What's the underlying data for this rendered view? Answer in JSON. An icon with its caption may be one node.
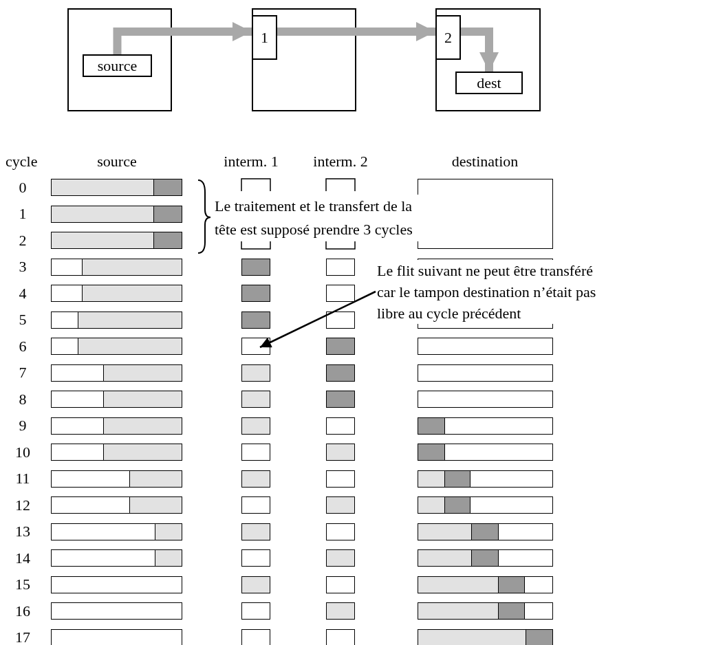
{
  "diagram": {
    "nodes": [
      {
        "text": [],
        "shape": "box"
      },
      {
        "text": [
          "source"
        ],
        "in": 0
      },
      {
        "text": [],
        "shape": "box"
      },
      {
        "text": [
          "1"
        ],
        "in": 2
      },
      {
        "text": [],
        "shape": "box"
      },
      {
        "text": [
          "2"
        ],
        "in": 4
      },
      {
        "text": [
          "dest"
        ],
        "in": 4
      },
      {
        "text": [
          "Le flit suivant ne peut être transféré car le tampon destination n’était pas libre au cycle précédent"
        ]
      }
    ],
    "edges": [
      {
        "from": 1,
        "to": 3,
        "arrow": "to"
      },
      {
        "from": 3,
        "to": 5,
        "arrow": "to"
      },
      {
        "from": 5,
        "to": 6,
        "arrow": "to"
      },
      {
        "from": 7,
        "to": null,
        "arrow": "to",
        "color": "#000000"
      }
    ],
    "labels": [
      "cycle",
      "source",
      "interm. 1",
      "interm. 2",
      "destination",
      "0",
      "Le traitement et le transfert de la tête est supposé prendre 3 cycles",
      "1",
      "2",
      "3",
      "4",
      "5",
      "6",
      "7",
      "8",
      "9",
      "10",
      "11",
      "12",
      "13",
      "14",
      "15",
      "16",
      "17"
    ]
  }
}
